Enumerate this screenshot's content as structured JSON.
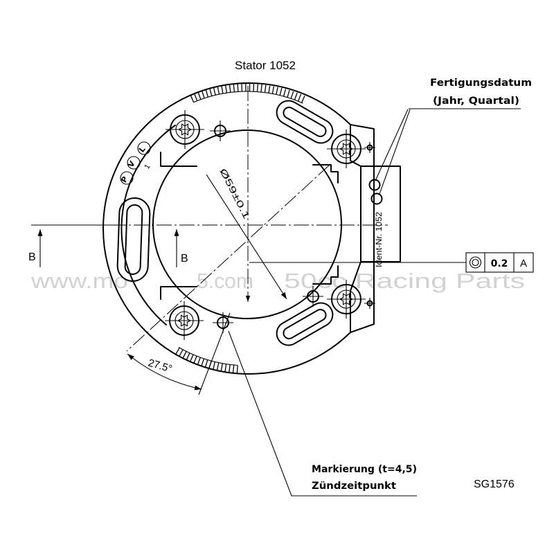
{
  "title": "Stator 1052",
  "labels": {
    "section_left": "B",
    "section_right": "B",
    "diameter": "Ø59±0.1",
    "angle": "27.5°",
    "ident": "Ident-Nr. 1052",
    "logo": [
      "P",
      "V",
      "L"
    ],
    "index_mark": "1"
  },
  "callouts": {
    "date_line1": "Fertigungsdatum",
    "date_line2": "(Jahr, Quartal)",
    "marking_line1": "Markierung (t=4,5)",
    "marking_line2": "Zündzeitpunkt"
  },
  "tolerance_frame": {
    "symbol": "concentricity-icon",
    "value": "0.2",
    "datum": "A"
  },
  "drawing_number": "SG1576",
  "watermark": [
    "www.mo",
    "5.com",
    "50cc Racing Parts"
  ],
  "colors": {
    "line": "#000000",
    "background": "#ffffff",
    "watermark": "#d2d2d2"
  }
}
